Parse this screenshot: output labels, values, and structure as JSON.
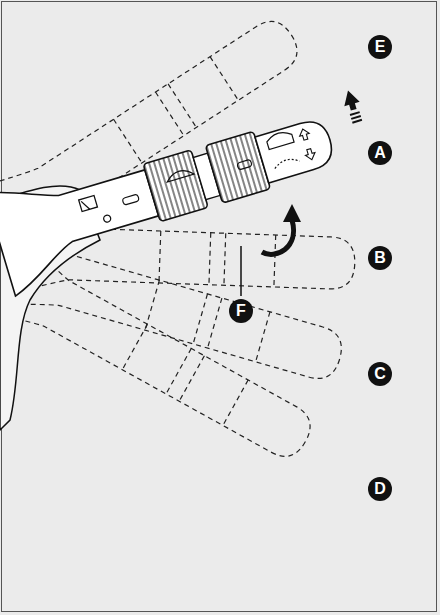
{
  "diagram": {
    "labels": [
      "E",
      "A",
      "B",
      "C",
      "D",
      "F"
    ]
  }
}
